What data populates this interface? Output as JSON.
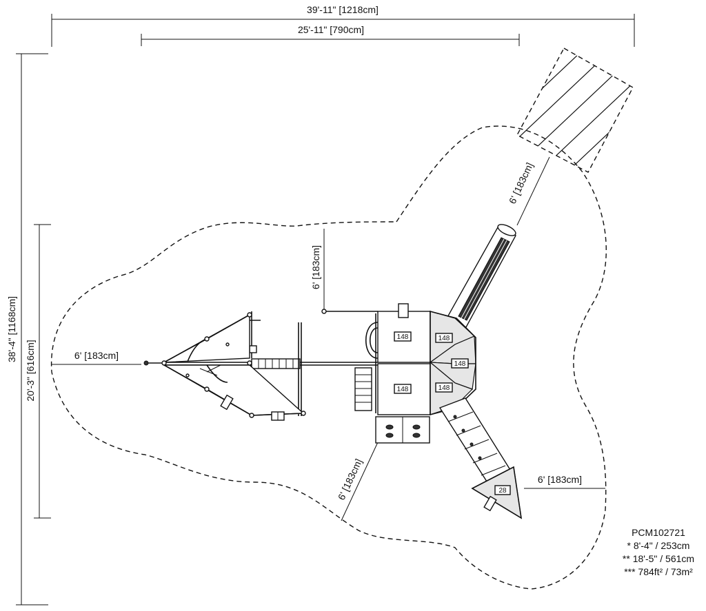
{
  "dimensions": {
    "overall_width": "39'-11\" [1218cm]",
    "inner_width": "25'-11\" [790cm]",
    "overall_height": "38'-4\" [1168cm]",
    "inner_height": "20'-3\" [616cm]",
    "clearance_left": "6' [183cm]",
    "clearance_top": "6' [183cm]",
    "clearance_slide": "6' [183cm]",
    "clearance_bottom": "6' [183cm]",
    "clearance_right": "6' [183cm]"
  },
  "decks": {
    "deck_1": "148",
    "deck_2": "148",
    "deck_3": "148",
    "deck_4": "148",
    "deck_5": "148",
    "deck_6": "28"
  },
  "info": {
    "model": "PCM102721",
    "line1": "* 8'-4\" / 253cm",
    "line2": "** 18'-5\" / 561cm",
    "line3": "*** 784ft² / 73m²"
  }
}
